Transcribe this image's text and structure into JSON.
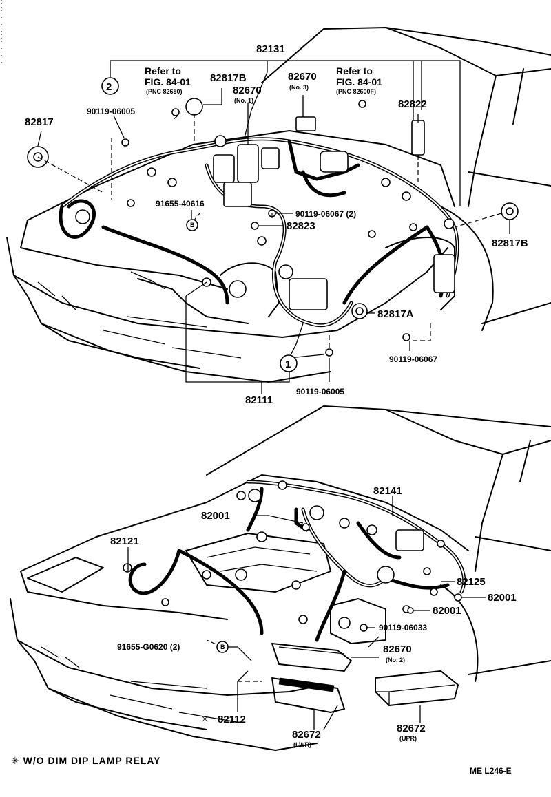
{
  "labels": {
    "top": {
      "p82131": "82131",
      "callout2": "2",
      "refer_a_line1": "Refer to",
      "refer_a_line2": "FIG. 84-01",
      "refer_a_pnc": "(PNC 82650)",
      "p82817B_top": "82817B",
      "p82670_no3": "82670",
      "p82670_no3_sub": "(No. 3)",
      "refer_b_line1": "Refer to",
      "refer_b_line2": "FIG. 84-01",
      "refer_b_pnc": "(PNC 82600F)",
      "p82670_no1": "82670",
      "p82670_no1_sub": "(No. 1)",
      "p90119_06005_a": "90119-06005",
      "p82822": "82822",
      "p82817": "82817",
      "p91655_40616": "91655-40616",
      "p90119_06067_2": "90119-06067 (2)",
      "p82823": "82823",
      "p82817B_right": "82817B",
      "calloutB_a": "B",
      "p82817A": "82817A",
      "p90119_06067": "90119-06067",
      "callout1": "1",
      "p90119_06005_b": "90119-06005",
      "p82111": "82111"
    },
    "bottom": {
      "p82141": "82141",
      "p82001_a": "82001",
      "p82121": "82121",
      "p82125": "82125",
      "p82001_b": "82001",
      "p82001_c": "82001",
      "p90119_06033": "90119-06033",
      "p91655_G0620": "91655-G0620 (2)",
      "calloutB_b": "B",
      "p82670_no2": "82670",
      "p82670_no2_sub": "(No. 2)",
      "p82112": "82112",
      "p82672_lwr": "82672",
      "p82672_lwr_sub": "(LWR)",
      "p82672_upr": "82672",
      "p82672_upr_sub": "(UPR)",
      "star_mark": "✳"
    }
  },
  "footer": {
    "note": "✳ W/O DIM DIP LAMP RELAY",
    "code": "ME L246-E"
  }
}
